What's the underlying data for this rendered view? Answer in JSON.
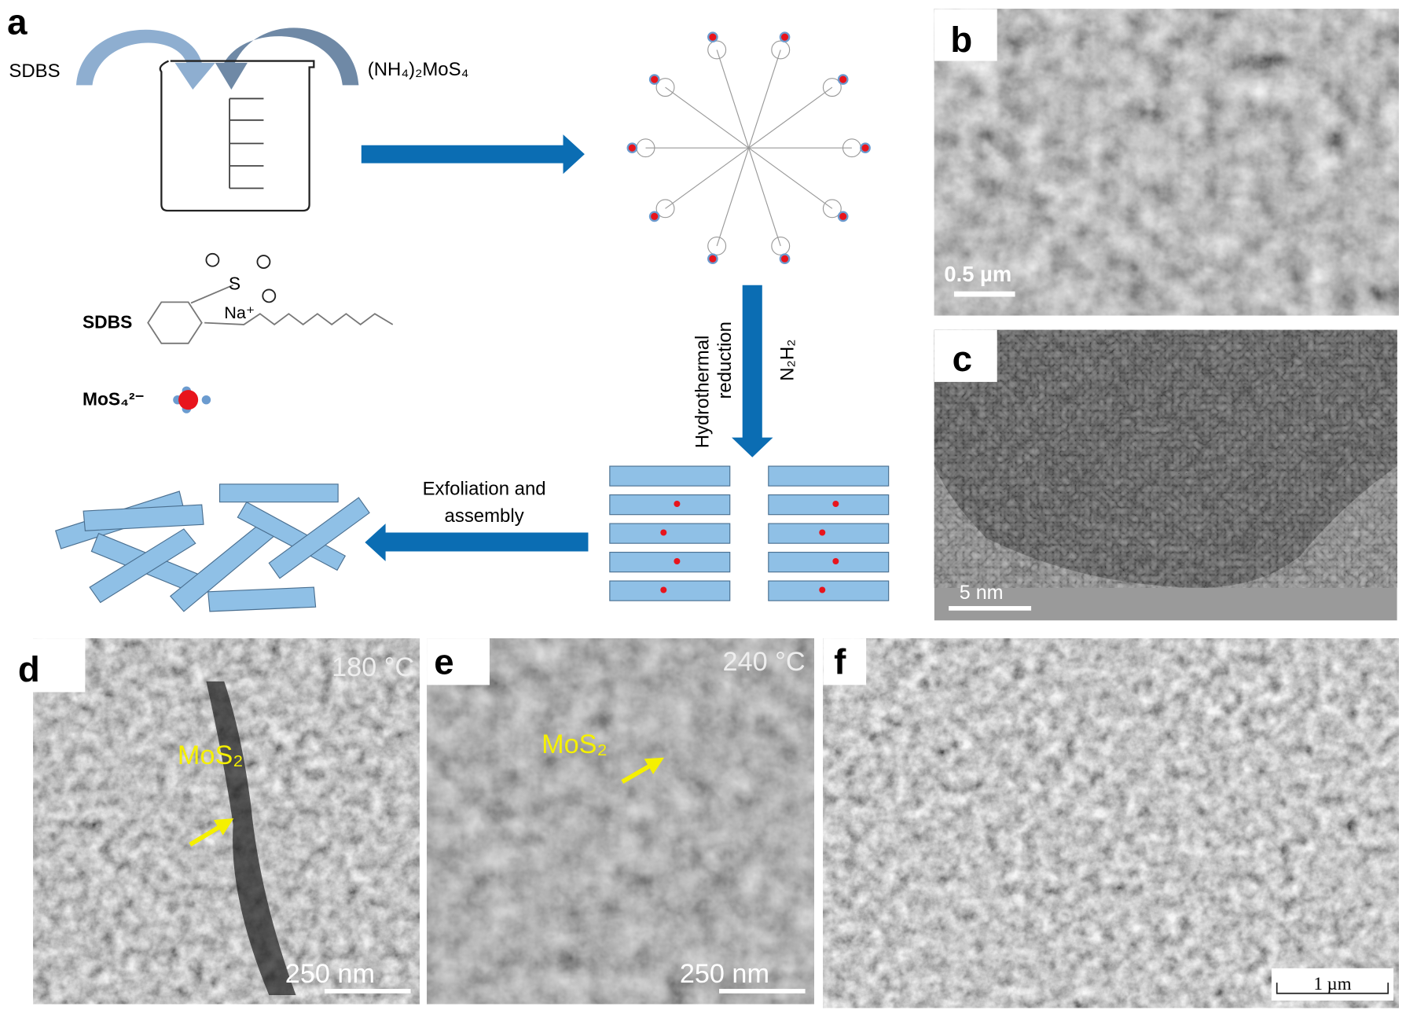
{
  "panel_a": {
    "label": "a",
    "reagent_left": "SDBS",
    "reagent_right": "(NH₄)₂MoS₄",
    "sdbs_label": "SDBS",
    "sdbs_sulfur": "S",
    "sdbs_sodium": "Na⁺",
    "mos4_label": "MoS₄²⁻",
    "step_down_line1": "Hydrothermal",
    "step_down_line2": "reduction",
    "step_down_reagent": "N₂H₂",
    "step_left_line1": "Exfoliation and",
    "step_left_line2": "assembly"
  },
  "panel_b": {
    "label": "b",
    "scale_bar": "0.5 µm"
  },
  "panel_c": {
    "label": "c",
    "scale_bar": "5 nm"
  },
  "panel_d": {
    "label": "d",
    "temperature": "180 °C",
    "annotation": "MoS₂",
    "scale_bar": "250 nm"
  },
  "panel_e": {
    "label": "e",
    "temperature": "240 °C",
    "annotation": "MoS₂",
    "scale_bar": "250 nm"
  },
  "panel_f": {
    "label": "f",
    "scale_bar": "1 µm"
  },
  "colors": {
    "arrow_blue": "#0b6db3",
    "sheet_blue": "#8fc0e6",
    "mo_red": "#e8141c",
    "annotation_yellow": "#f5f000"
  }
}
